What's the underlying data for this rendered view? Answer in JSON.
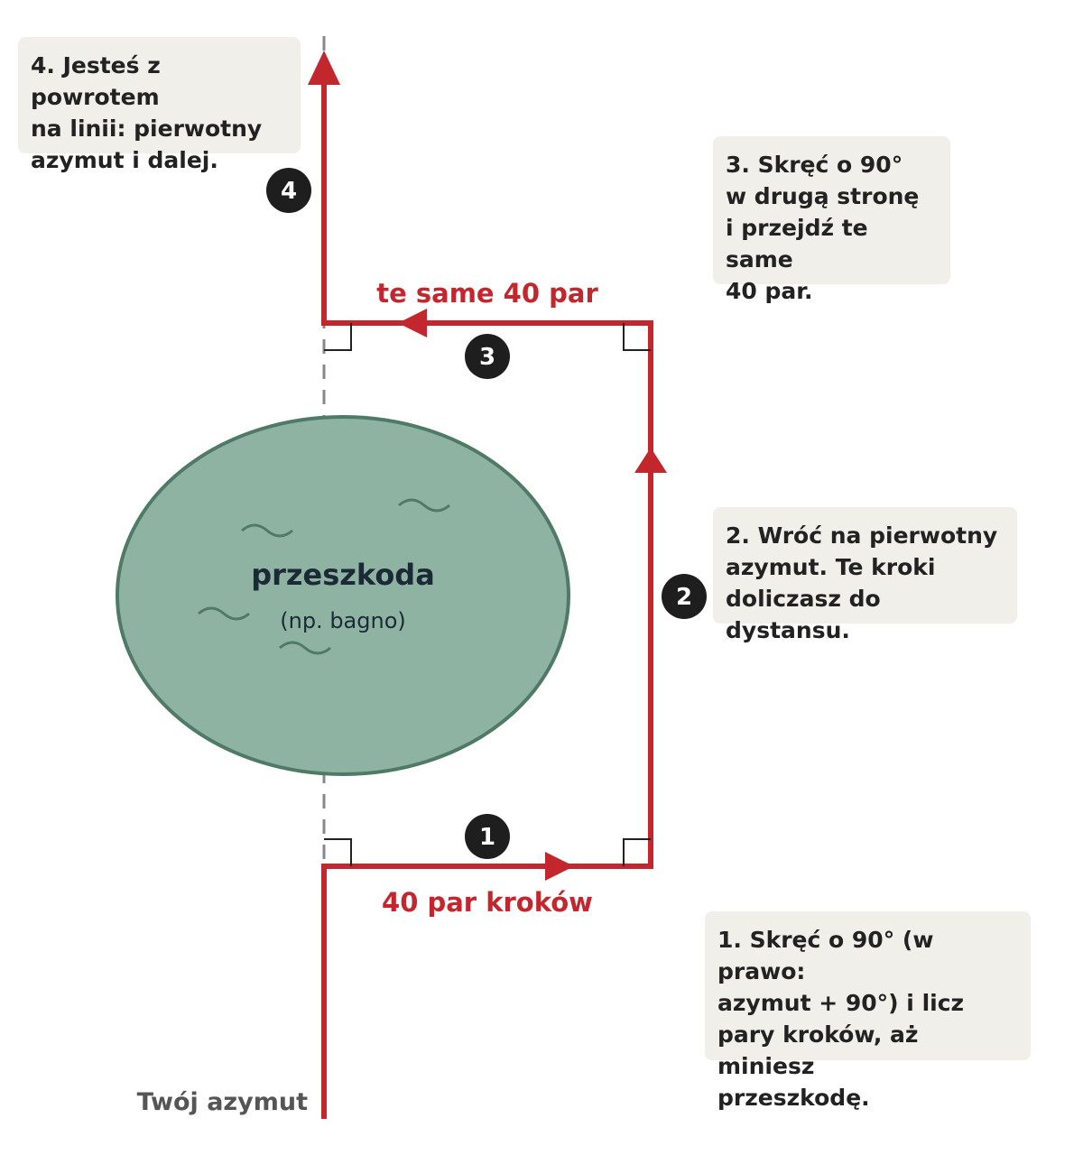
{
  "steps": [
    {
      "number": "1",
      "text": "1. Skręć o 90° (w prawo:\nazymut + 90°) i licz\npary kroków, aż miniesz\nprzeszkodę."
    },
    {
      "number": "2",
      "text": "2. Wróć na pierwotny\nazymut. Te kroki\ndoliczasz do dystansu."
    },
    {
      "number": "3",
      "text": "3. Skręć o 90°\nw drugą stronę\ni przejdź te same\n40 par."
    },
    {
      "number": "4",
      "text": "4. Jesteś z powrotem\nna linii: pierwotny\nazymut i dalej."
    }
  ],
  "labels": {
    "bottom_leg": "40 par kroków",
    "top_leg": "te same 40 par",
    "azimuth": "Twój azymut"
  },
  "obstacle": {
    "title": "przeszkoda",
    "subtitle": "(np. bagno)"
  },
  "colors": {
    "path": "#c4262e",
    "obstacle_fill": "#8fb3a3",
    "obstacle_stroke": "#4f7a66",
    "note_bg": "#f1efe9",
    "badge": "#1e1e1e",
    "dashed_line": "#888888"
  }
}
